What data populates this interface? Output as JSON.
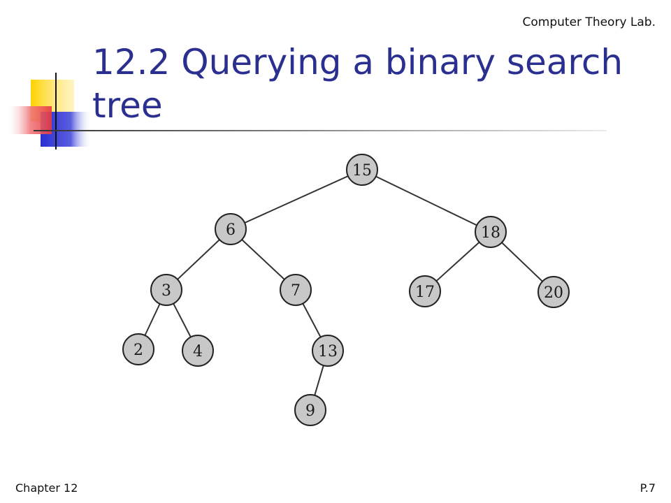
{
  "header": {
    "lab_name": "Computer Theory Lab."
  },
  "slide": {
    "title": "12.2 Querying a binary search tree"
  },
  "tree": {
    "nodes": [
      {
        "id": "15",
        "label": "15"
      },
      {
        "id": "6",
        "label": "6"
      },
      {
        "id": "18",
        "label": "18"
      },
      {
        "id": "3",
        "label": "3"
      },
      {
        "id": "7",
        "label": "7"
      },
      {
        "id": "17",
        "label": "17"
      },
      {
        "id": "20",
        "label": "20"
      },
      {
        "id": "2",
        "label": "2"
      },
      {
        "id": "4",
        "label": "4"
      },
      {
        "id": "13",
        "label": "13"
      },
      {
        "id": "9",
        "label": "9"
      }
    ],
    "edges": [
      {
        "from": "15",
        "to": "6"
      },
      {
        "from": "15",
        "to": "18"
      },
      {
        "from": "6",
        "to": "3"
      },
      {
        "from": "6",
        "to": "7"
      },
      {
        "from": "18",
        "to": "17"
      },
      {
        "from": "18",
        "to": "20"
      },
      {
        "from": "3",
        "to": "2"
      },
      {
        "from": "3",
        "to": "4"
      },
      {
        "from": "7",
        "to": "13"
      },
      {
        "from": "13",
        "to": "9"
      }
    ],
    "node_fill": "#c8c8c8",
    "node_stroke": "#222222",
    "edge_color": "#333333"
  },
  "footer": {
    "chapter": "Chapter 12",
    "page": "P.7"
  },
  "colors": {
    "title": "#2b2f8f",
    "deco_yellow": "#ffd200",
    "deco_red": "#e8383d",
    "deco_blue": "#2a2fd0"
  }
}
